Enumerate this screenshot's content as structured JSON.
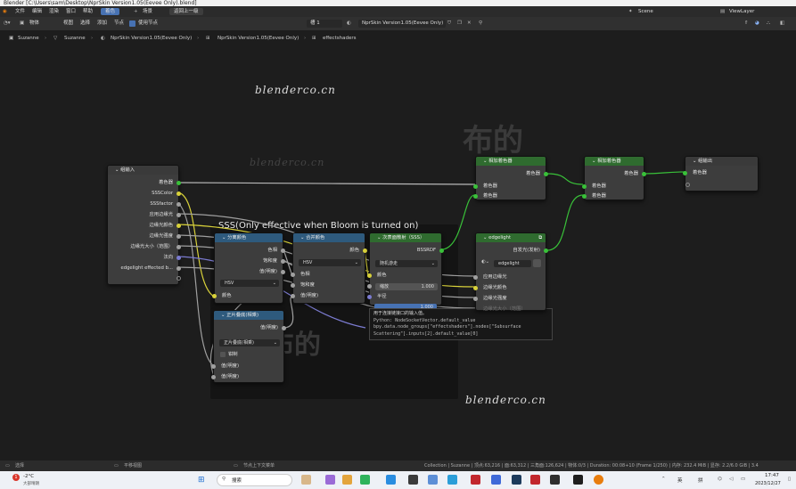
{
  "window": {
    "title": "Blender [C:\\Users\\sam\\Desktop\\NprSkin Version1.05(Eevee Only).blend]"
  },
  "menu": {
    "items": [
      "文件",
      "编辑",
      "渲染",
      "窗口",
      "帮助"
    ],
    "workspace": "着色",
    "scene_label": "场景",
    "viewlayer_label": "ViewLayer",
    "scene_value": "Scene",
    "back_button": "返回上一级"
  },
  "header": {
    "object_mode": "物体",
    "view": "视图",
    "select": "选择",
    "add": "添加",
    "node": "节点",
    "use_nodes": "使用节点",
    "slot": "槽 1",
    "material": "NprSkin Version1.05(Eevee Only)"
  },
  "breadcrumb": [
    "Suzanne",
    "Suzanne",
    "NprSkin Version1.05(Eevee Only)",
    "NprSkin Version1.05(Eevee Only)",
    "effectshaders"
  ],
  "watermarks": {
    "w1": "blenderco.cn",
    "w2": "blenderco.cn",
    "w3": "blenderco.cn"
  },
  "frame": {
    "label": "SSS(Only effective when Bloom is turned on)"
  },
  "nodes": {
    "group_input": {
      "title": "组输入",
      "outputs": [
        "着色器",
        "SSSColor",
        "SSSfactor",
        "应用边缘光",
        "边缘光颜色",
        "边缘光强度",
        "边缘光大小（范围）",
        "法向",
        "edgelight effected b..."
      ]
    },
    "separate": {
      "title": "分离颜色",
      "outputs": [
        "色相",
        "饱和度",
        "值(明度)"
      ],
      "mode": "HSV",
      "input": "颜色"
    },
    "combine": {
      "title": "合并颜色",
      "output": "颜色",
      "mode": "HSV",
      "inputs": [
        "色相",
        "饱和度",
        "值(明度)"
      ]
    },
    "sss": {
      "title": "次表面散射（SSS）",
      "output": "BSSRDF",
      "method": "随机游走",
      "inputs": [
        "颜色",
        "缩放",
        "半径"
      ],
      "scale_value": "1.000",
      "radius_value": "1.000"
    },
    "mix": {
      "title": "正片叠底(相乘)",
      "output": "值(明度)",
      "mode": "正片叠底(相乘)",
      "clamp": "钳制",
      "inputs": [
        "值(明度)",
        "值(明度)"
      ]
    },
    "add_shader1": {
      "title": "相加着色器",
      "output": "着色器",
      "inputs": [
        "着色器",
        "着色器"
      ]
    },
    "add_shader2": {
      "title": "相加着色器",
      "output": "着色器",
      "inputs": [
        "着色器",
        "着色器"
      ]
    },
    "group_output": {
      "title": "组输出",
      "input": "着色器"
    },
    "edgelight": {
      "title": "edgelight",
      "output": "自发光(发射)",
      "group": "edgelight",
      "inputs": [
        "应用边缘光",
        "边缘光颜色",
        "边缘光强度",
        "边缘光大小（范围）"
      ]
    }
  },
  "tooltip": {
    "line1": "用于连接链接口的输入值。",
    "line2": "Python: NodeSocketVector.default_value",
    "line3": "bpy.data.node_groups[\"effectshaders\"].nodes[\"Subsurface",
    "line4": "Scattering\"].inputs[2].default_value[0]"
  },
  "status": {
    "select": "选择",
    "pan": "平移视图",
    "context_menu": "节点上下文菜单",
    "stats": "Collection | Suzanne | 顶点:63,216 | 面:63,312 | 三角面:126,624 | 物体:0/3 | Duration: 00:08+10 (Frame 1/250) | 内存: 232.4 MiB | 显存: 2.2/6.0 GiB | 3.4"
  },
  "taskbar": {
    "weather": "-2°C",
    "weather_sub": "大部晴朗",
    "search": "搜索",
    "ime1": "英",
    "ime2": "拼",
    "time": "17:47",
    "date": "2023/12/27",
    "notif": "1"
  },
  "colors": {
    "green_header": "#2f6b2f",
    "blue_header": "#2e5a7d",
    "gray_header": "#3a3a3a",
    "wire_gray": "#b8b8b8",
    "wire_green": "#39c139",
    "wire_yellow": "#d8d13a"
  }
}
